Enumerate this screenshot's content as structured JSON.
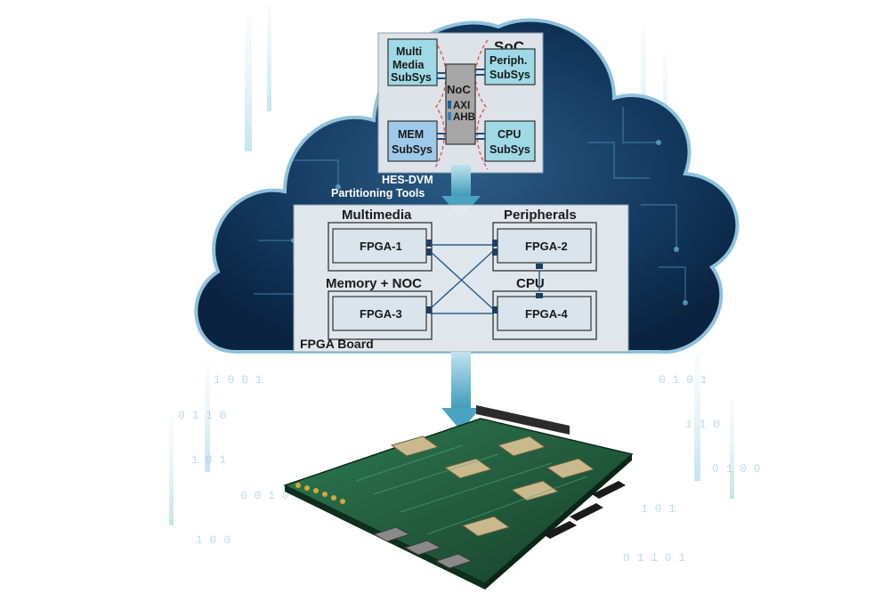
{
  "soc": {
    "title": "SoC",
    "multimedia_line1": "Multi",
    "multimedia_line2": "Media",
    "multimedia_line3": "SubSys",
    "periph_line1": "Periph.",
    "periph_line2": "SubSys",
    "mem_line1": "MEM",
    "mem_line2": "SubSys",
    "cpu_line1": "CPU",
    "cpu_line2": "SubSys",
    "noc_title": "NoC",
    "bus1": "AXI",
    "bus2": "AHB"
  },
  "tools": {
    "line1": "HES-DVM",
    "line2": "Partitioning Tools"
  },
  "board": {
    "group_multimedia": "Multimedia",
    "group_peripherals": "Peripherals",
    "group_memory": "Memory + NOC",
    "group_cpu": "CPU",
    "fpga1": "FPGA-1",
    "fpga2": "FPGA-2",
    "fpga3": "FPGA-3",
    "fpga4": "FPGA-4",
    "board_label": "FPGA Board"
  },
  "colors": {
    "cloud_dark": "#0d2a4a",
    "cloud_edge": "#6fa7c8",
    "panel_fill": "#e9eef2",
    "soc_panel": "#d7dde2",
    "subsys_fill": "#9fd9e6",
    "noc_fill": "#a9a9a9",
    "arrow": "#5aaec8",
    "pcb_green": "#1f5a3a"
  }
}
